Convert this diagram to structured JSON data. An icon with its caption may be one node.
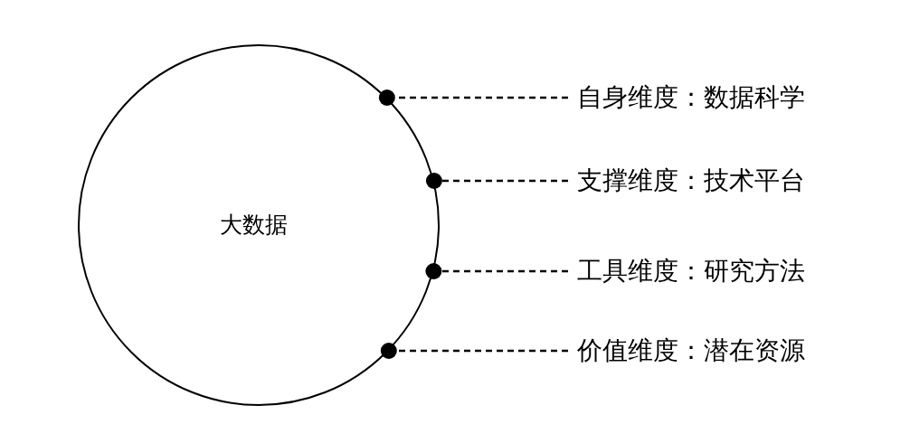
{
  "diagram": {
    "nodes": [
      {
        "text": [
          "大数据"
        ]
      },
      {
        "text": [
          "自身维度：数据科学"
        ]
      },
      {
        "text": [
          "支撑维度：技术平台"
        ]
      },
      {
        "text": [
          "工具维度：研究方法"
        ]
      },
      {
        "text": [
          "价值维度：潜在资源"
        ]
      }
    ],
    "edges": [
      {
        "from": 1,
        "to": 0,
        "arrow": "other",
        "style": "dashed"
      },
      {
        "from": 2,
        "to": 0,
        "arrow": "other",
        "style": "dashed"
      },
      {
        "from": 3,
        "to": 0,
        "arrow": "other",
        "style": "dashed"
      },
      {
        "from": 4,
        "to": 0,
        "arrow": "other",
        "style": "dashed"
      }
    ]
  }
}
